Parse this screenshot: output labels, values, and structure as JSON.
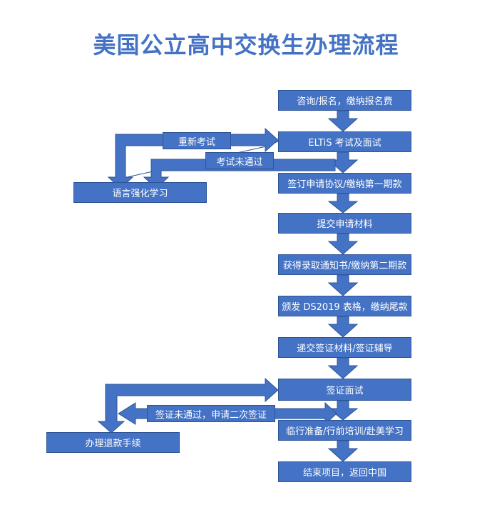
{
  "title": "美国公立高中交换生办理流程",
  "colors": {
    "box": "#4472c4",
    "border": "#2f5597",
    "arrow": "#4472c4",
    "title": "#4472c4",
    "text": "#ffffff"
  },
  "steps": [
    "咨询/报名，缴纳报名费",
    "ELTiS 考试及面试",
    "签订申请协议/缴纳第一期款",
    "提交申请材料",
    "获得录取通知书/缴纳第二期款",
    "颁发 DS2019 表格，缴纳尾款",
    "递交签证材料/签证辅导",
    "签证面试",
    "临行准备/行前培训/赴美学习",
    "结束项目，返回中国"
  ],
  "side_boxes": {
    "study": "语言强化学习",
    "refund": "办理退款手续"
  },
  "branch_labels": {
    "retest": "重新考试",
    "fail_test": "考试未通过",
    "visa_fail": "签证未通过，申请二次签证"
  }
}
